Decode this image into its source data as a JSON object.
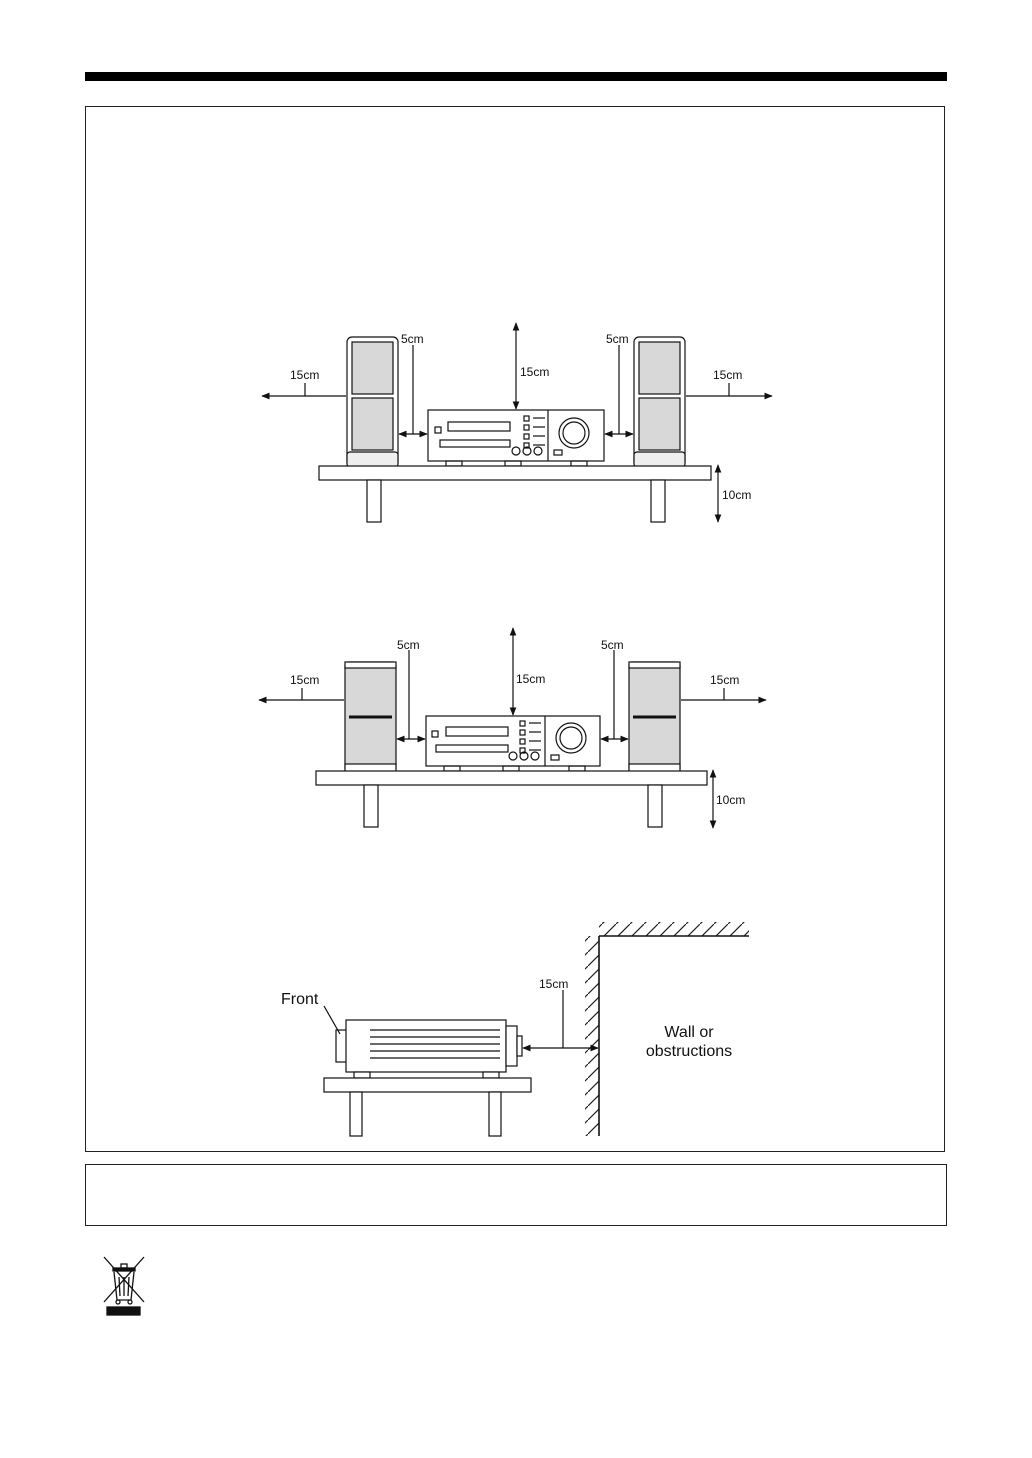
{
  "diagram1": {
    "left_outer": "15cm",
    "left_gap": "5cm",
    "top": "15cm",
    "right_gap": "5cm",
    "right_outer": "15cm",
    "below": "10cm"
  },
  "diagram2": {
    "left_outer": "15cm",
    "left_gap": "5cm",
    "top": "15cm",
    "right_gap": "5cm",
    "right_outer": "15cm",
    "below": "10cm"
  },
  "diagram3": {
    "front_label": "Front",
    "rear_gap": "15cm",
    "wall_line1": "Wall or",
    "wall_line2": "obstructions"
  },
  "icons": {
    "weee": "crossed-out-wheelie-bin-icon"
  }
}
